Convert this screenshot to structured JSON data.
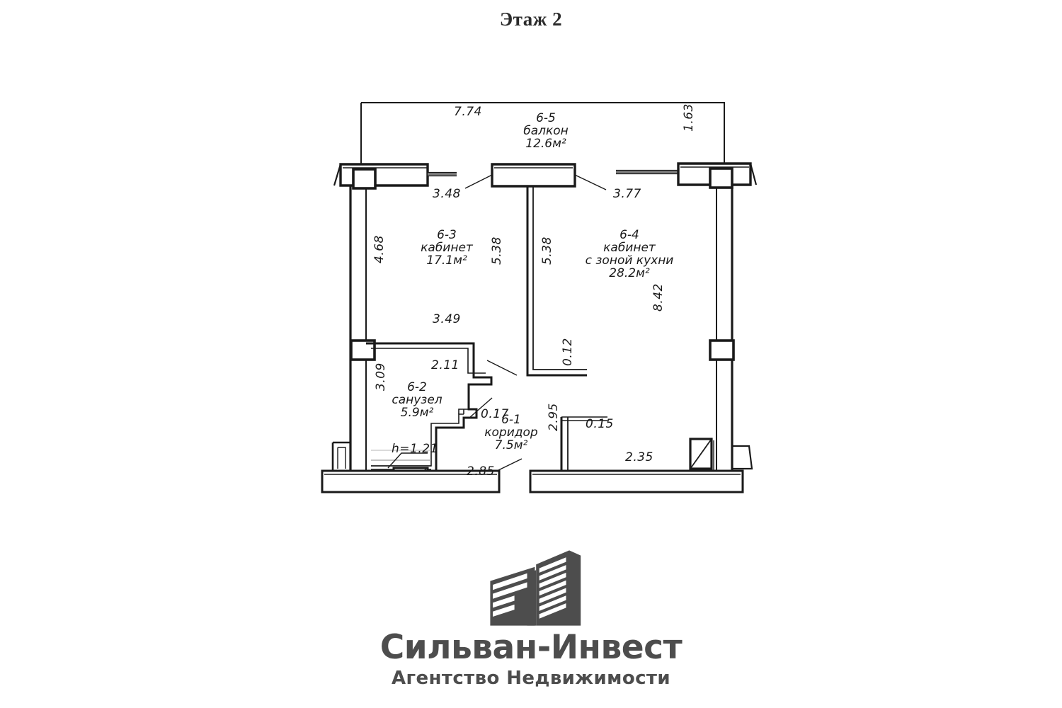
{
  "page": {
    "title": "Этаж 2",
    "background_color": "#ffffff",
    "line_color": "#1a1a1a"
  },
  "floorplan": {
    "rooms": [
      {
        "id": "6-5",
        "name": "балкон",
        "area": "12.6м²",
        "lines": [
          "6-5",
          "балкон",
          "12.6м²"
        ]
      },
      {
        "id": "6-3",
        "name": "кабинет",
        "area": "17.1м²",
        "lines": [
          "6-3",
          "кабинет",
          "17.1м²"
        ]
      },
      {
        "id": "6-4",
        "name": "кабинет с зоной кухни",
        "area": "28.2м²",
        "lines": [
          "6-4",
          "кабинет",
          "с зоной кухни",
          "28.2м²"
        ]
      },
      {
        "id": "6-2",
        "name": "санузел",
        "area": "5.9м²",
        "lines": [
          "6-2",
          "санузел",
          "5.9м²"
        ]
      },
      {
        "id": "6-1",
        "name": "коридор",
        "area": "7.5м²",
        "lines": [
          "6-1",
          "коридор",
          "7.5м²"
        ]
      }
    ],
    "dimensions": {
      "balcony_width": "7.74",
      "balcony_depth": "1.63",
      "room63_top": "3.48",
      "room64_top": "3.77",
      "room63_left": "4.68",
      "room63_bottom": "3.49",
      "partition_left": "5.38",
      "partition_right": "5.38",
      "partition_thickness": "0.12",
      "room64_right": "8.42",
      "bath_left": "3.09",
      "bath_top": "2.11",
      "corridor_step": "0.17",
      "corridor_right": "2.95",
      "corridor_bottom": "2.85",
      "wall_stub": "0.15",
      "entry_bottom": "2.35",
      "sill_note": "h=1.21"
    }
  },
  "logo": {
    "name": "Сильван-Инвест",
    "subtitle": "Агентство Недвижимости",
    "mark": "two-buildings-icon",
    "color": "#4d4d4d"
  }
}
